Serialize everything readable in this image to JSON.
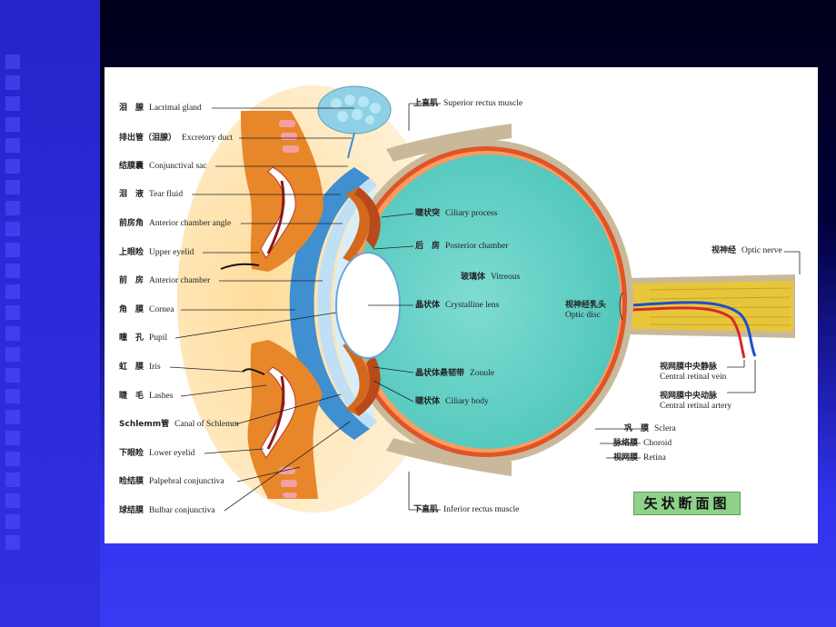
{
  "left_labels": [
    {
      "zh": "泪　腺",
      "en": "Lacrimal gland"
    },
    {
      "zh": "排出管（泪腺）",
      "en": "Excretory duct"
    },
    {
      "zh": "结膜囊",
      "en": "Conjunctival sac"
    },
    {
      "zh": "泪　液",
      "en": "Tear fluid"
    },
    {
      "zh": "前房角",
      "en": "Anterior chamber angle"
    },
    {
      "zh": "上眼睑",
      "en": "Upper eyelid"
    },
    {
      "zh": "前　房",
      "en": "Anterior chamber"
    },
    {
      "zh": "角　膜",
      "en": "Cornea"
    },
    {
      "zh": "瞳　孔",
      "en": "Pupil"
    },
    {
      "zh": "虹　膜",
      "en": "Iris"
    },
    {
      "zh": "睫　毛",
      "en": "Lashes"
    },
    {
      "zh": "Schlemm管",
      "en": "Canal of Schlemm"
    },
    {
      "zh": "下眼睑",
      "en": "Lower eyelid"
    },
    {
      "zh": "睑结膜",
      "en": "Palpebral conjunctiva"
    },
    {
      "zh": "球结膜",
      "en": "Bulbar conjunctiva"
    }
  ],
  "center_labels": {
    "superior_rectus": {
      "zh": "上直肌",
      "en": "Superior rectus muscle"
    },
    "ciliary_process": {
      "zh": "睫状突",
      "en": "Ciliary process"
    },
    "posterior_chamber": {
      "zh": "后　房",
      "en": "Posterior chamber"
    },
    "vitreous": {
      "zh": "玻璃体",
      "en": "Vitreous"
    },
    "lens": {
      "zh": "晶状体",
      "en": "Crystalline lens"
    },
    "zonule": {
      "zh": "晶状体悬韧带",
      "en": "Zonule"
    },
    "ciliary_body": {
      "zh": "睫状体",
      "en": "Ciliary body"
    },
    "inferior_rectus": {
      "zh": "下直肌",
      "en": "Inferior rectus muscle"
    }
  },
  "right_labels": {
    "optic_nerve": {
      "zh": "视神经",
      "en": "Optic nerve"
    },
    "optic_disc": {
      "zh": "视神经乳头",
      "en": "Optic disc"
    },
    "retinal_vein": {
      "zh": "视网膜中央静脉",
      "en": "Central retinal vein"
    },
    "retinal_artery": {
      "zh": "视网膜中央动脉",
      "en": "Central retinal artery"
    },
    "sclera": {
      "zh": "巩　膜",
      "en": "Sclera"
    },
    "choroid": {
      "zh": "脉络膜",
      "en": "Choroid"
    },
    "retina": {
      "zh": "视网膜",
      "en": "Retina"
    }
  },
  "figure_title": "矢状断面图",
  "colors": {
    "vitreous": "#5ccfc4",
    "cornea": "#bfe0f4",
    "sclera": "#c9b99a",
    "choroid": "#e0542a",
    "eyelid": "#e8862a",
    "gland": "#8fd0e6",
    "nerve": "#e8c63a",
    "title_box": "#8fd18a"
  }
}
